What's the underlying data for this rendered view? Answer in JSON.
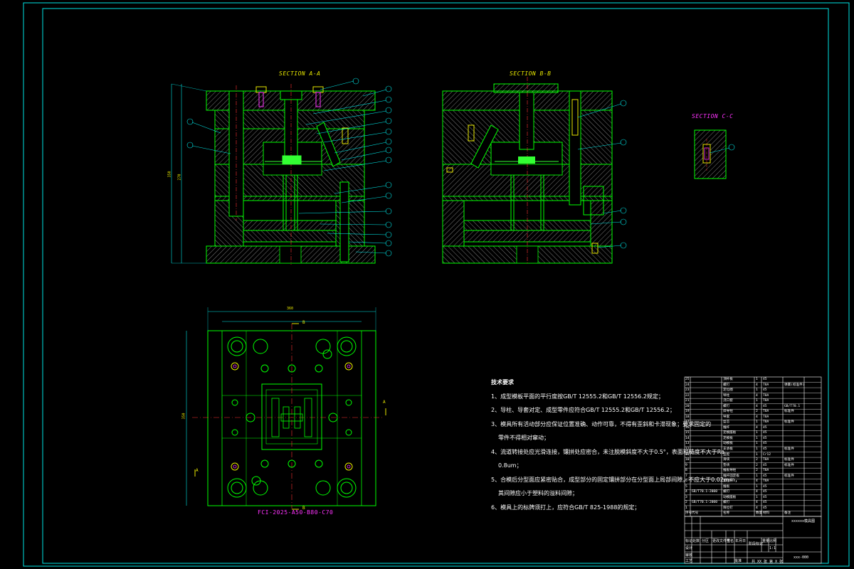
{
  "drawing": {
    "section_aa_title": "SECTION A-A",
    "section_bb_title": "SECTION B-B",
    "section_cc_title": "SECTION C-C",
    "part_code": "FCI-2025-A50-B80-C70",
    "plan_dim_width": "360",
    "plan_dim_height": "350",
    "aa_dim_total": "350",
    "aa_dim_inner": "270",
    "view_label_b_top": "B",
    "view_label_b_bottom": "B",
    "view_label_a_left": "A",
    "view_label_a_right": "A"
  },
  "technical_requirements": {
    "heading": "技术要求",
    "items": [
      "1、成型模板平面的平行度按GB/T 12555.2和GB/T 12556.2规定；",
      "2、导柱、导套对定、成型零件应符合GB/T 12555.2和GB/T 12556.2；",
      "3、模具所有活动部分应保证位置准确、动作可靠，不得有歪斜和卡滞现象；要求固定的",
      "零件不得相对窜动；",
      "4、流道转接处应光滑连接，镶拼处应密合，未注脱模斜度不大于0.5°，表面粗糙度不大于Ra",
      "0.8um；",
      "5、合模后分型面应紧密贴合，成型部分的固定镶拼部分在分型面上局部间隙，不应大于0.02mm，",
      "其间隙应小于塑料的溢料间隙；",
      "6、模具上的标牌须打上，应符合GB/T 825-1988的规定；"
    ]
  },
  "bom": {
    "rows": [
      [
        "25",
        "",
        "顶杆板",
        "1",
        "45",
        ""
      ],
      [
        "24",
        "",
        "螺钉",
        "4",
        "T8A",
        "弹簧(标准件)"
      ],
      [
        "23",
        "",
        "定位圈",
        "1",
        "45",
        ""
      ],
      [
        "22",
        "",
        "导柱",
        "4",
        "T8A",
        ""
      ],
      [
        "21",
        "",
        "浇口套",
        "1",
        "T8A",
        ""
      ],
      [
        "20",
        "",
        "螺钉",
        "4",
        "45",
        "GB/T70.1"
      ],
      [
        "19",
        "",
        "斜导柱",
        "2",
        "T8A",
        "标准件"
      ],
      [
        "18",
        "",
        "导套",
        "4",
        "T8A",
        ""
      ],
      [
        "17",
        "",
        "型芯",
        "1",
        "T8A",
        "标准件"
      ],
      [
        "16",
        "",
        "推杆",
        "4",
        "45",
        ""
      ],
      [
        "15",
        "",
        "定模座板",
        "1",
        "45",
        ""
      ],
      [
        "14",
        "",
        "定模板",
        "1",
        "45",
        ""
      ],
      [
        "13",
        "",
        "动模板",
        "1",
        "45",
        ""
      ],
      [
        "12",
        "",
        "支承板",
        "1",
        "45",
        "标准件"
      ],
      [
        "11",
        "",
        "型腔",
        "1",
        "Cr12",
        ""
      ],
      [
        "10",
        "",
        "滑块",
        "2",
        "T8A",
        "标准件"
      ],
      [
        "9",
        "",
        "垫块",
        "2",
        "45",
        "标准件"
      ],
      [
        "8",
        "",
        "推板导柱",
        "2",
        "T8A",
        ""
      ],
      [
        "7",
        "",
        "推杆固定板",
        "1",
        "45",
        "标准件"
      ],
      [
        "6",
        "",
        "复位杆",
        "4",
        "T8A",
        ""
      ],
      [
        "5",
        "",
        "推板",
        "1",
        "45",
        ""
      ],
      [
        "4",
        "GB/T70.1-2000",
        "螺钉",
        "4",
        "45",
        ""
      ],
      [
        "3",
        "",
        "动模座板",
        "1",
        "45",
        ""
      ],
      [
        "2",
        "GB/T70.1-2000",
        "螺钉",
        "4",
        "45",
        ""
      ],
      [
        "1",
        "",
        "限位钉",
        "4",
        "45",
        ""
      ]
    ],
    "header": [
      "序号",
      "代号",
      "名称",
      "数量",
      "材料",
      "备注"
    ]
  },
  "title_block": {
    "drawing_name": "xxxxxx模具图",
    "drawing_number": "xxx-000",
    "scale_label": "共 XX 张  第 X 张",
    "designer_label": "设计",
    "review_label": "审核",
    "process_label": "工艺",
    "approve_label": "批准",
    "mark_label": "标记",
    "count_label": "处数",
    "zone_label": "分区",
    "file_label": "更改文件号",
    "sign_label": "签名",
    "date_label": "年月日",
    "stage_label": "阶段标记",
    "weight_label": "重量",
    "ratio_label": "比例",
    "ratio_value": "1:1"
  },
  "colors": {
    "frame": "#00e5e5",
    "plate": "#00ff00",
    "hatch": "#ffffff",
    "centerline": "#ff3333",
    "bolt": "#e6e600",
    "leader": "#00e5e5",
    "highlight": "#33ff33",
    "magenta": "#ff33ff"
  }
}
